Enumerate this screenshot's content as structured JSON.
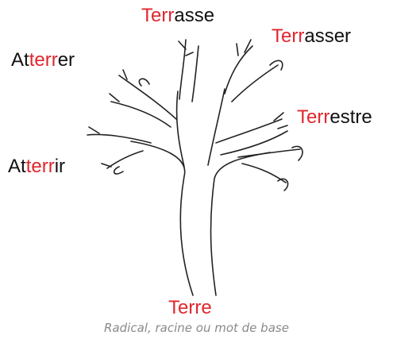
{
  "colors": {
    "radical": "#e0262d",
    "text": "#111111",
    "caption": "#8a8a8a",
    "line": "#222222"
  },
  "words": {
    "top": {
      "pre": "",
      "radical": "Terr",
      "post": "asse"
    },
    "top_right": {
      "pre": "",
      "radical": "Terr",
      "post": "asser"
    },
    "left_upper": {
      "pre": "At",
      "radical": "terr",
      "post": "er"
    },
    "right_middle": {
      "pre": "",
      "radical": "Terr",
      "post": "estre"
    },
    "left_lower": {
      "pre": "At",
      "radical": "terr",
      "post": "ir"
    },
    "root": {
      "pre": "",
      "radical": "Terre",
      "post": ""
    }
  },
  "caption": "Radical, racine ou mot de base"
}
